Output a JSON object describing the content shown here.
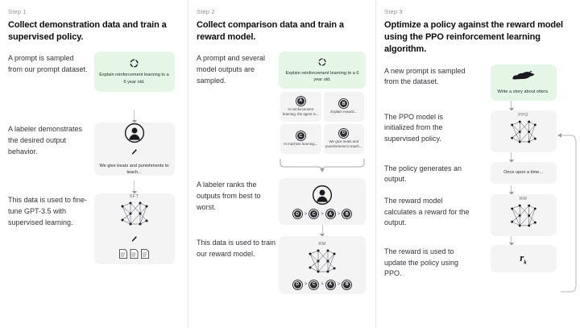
{
  "diagram": {
    "title": "RLHF three step training diagram",
    "accent_green": "#e6f6e6",
    "card_gray": "#f4f4f4",
    "text_color": "#202123"
  },
  "steps": [
    {
      "label": "Step 1",
      "title": "Collect demonstration data and train a supervised policy.",
      "rows": [
        {
          "caption": "A prompt is sampled from our prompt dataset.",
          "card": {
            "style": "green",
            "icon": "refresh-circle-icon",
            "text": "Explain reinforcement learning to a 6 year old."
          }
        },
        {
          "caption": "A labeler demonstrates the desired output behavior.",
          "card": {
            "style": "gray",
            "icon": "labeler-person-icon",
            "sub_icon": "pen-icon",
            "text": "We give treats and punishments to teach..."
          }
        },
        {
          "caption": "This data is used to fine-tune GPT-3.5 with supervised learning.",
          "card": {
            "style": "gray",
            "mini_label": "SFT",
            "icon": "neural-network-icon",
            "sub_icon": "pen-icon",
            "docs_icon": "three-documents-icon"
          }
        }
      ]
    },
    {
      "label": "Step 2",
      "title": "Collect comparison data and train a reward model.",
      "rows": [
        {
          "caption": "A prompt and several model outputs are sampled.",
          "card": {
            "style": "green",
            "icon": "refresh-circle-icon",
            "text": "Explain reinforcement learning to a 6 year old."
          },
          "outputs": [
            {
              "badge": "A",
              "text": "In reinforcement learning, the agent is..."
            },
            {
              "badge": "B",
              "text": "Explain reward..."
            },
            {
              "badge": "C",
              "text": "In machine learning..."
            },
            {
              "badge": "D",
              "text": "We give treats and punishments to teach..."
            }
          ]
        },
        {
          "caption": "A labeler ranks the outputs from best to worst.",
          "card": {
            "style": "gray",
            "icon": "labeler-person-icon"
          },
          "ranking": [
            "D",
            "C",
            "A",
            "B"
          ]
        },
        {
          "caption": "This data is used to train our reward model.",
          "card": {
            "style": "gray",
            "mini_label": "RM",
            "icon": "neural-network-icon"
          },
          "ranking": [
            "D",
            "C",
            "A",
            "B"
          ]
        }
      ]
    },
    {
      "label": "Step 3",
      "title": "Optimize a policy against the reward model using the PPO reinforcement learning algorithm.",
      "rows": [
        {
          "caption": "A new prompt is sampled from the dataset.",
          "card": {
            "style": "green",
            "icon": "otter-icon",
            "text": "Write a story about otters."
          }
        },
        {
          "caption": "The PPO model is initialized from the supervised policy.",
          "card": {
            "style": "gray",
            "mini_label": "PPO",
            "icon": "neural-network-icon"
          }
        },
        {
          "caption": "The policy generates an output.",
          "card": {
            "style": "gray",
            "text": "Once upon a time..."
          }
        },
        {
          "caption": "The reward model calculates a reward for the output.",
          "card": {
            "style": "gray",
            "mini_label": "RM",
            "icon": "neural-network-icon"
          }
        },
        {
          "caption": "The reward is used to update the policy using PPO.",
          "card": {
            "style": "gray",
            "formula": "r",
            "formula_sub": "k"
          }
        }
      ]
    }
  ]
}
